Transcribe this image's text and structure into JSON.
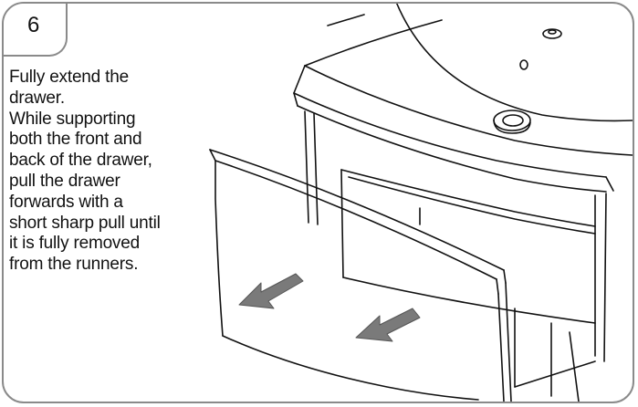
{
  "step": {
    "number": "6"
  },
  "instructions": {
    "lines": [
      "Fully extend the",
      "drawer.",
      "While supporting",
      "both the front and",
      "back of the drawer,",
      "pull the drawer",
      "forwards with a",
      "short sharp pull until",
      "it is fully removed",
      "from the runners."
    ]
  },
  "colors": {
    "frame_border": "#8a8a8a",
    "line_art": "#111111",
    "arrow_fill": "#7a7a7a",
    "background": "#ffffff"
  },
  "icons": {
    "arrows": [
      "pull-arrow-icon",
      "pull-arrow-icon"
    ]
  }
}
